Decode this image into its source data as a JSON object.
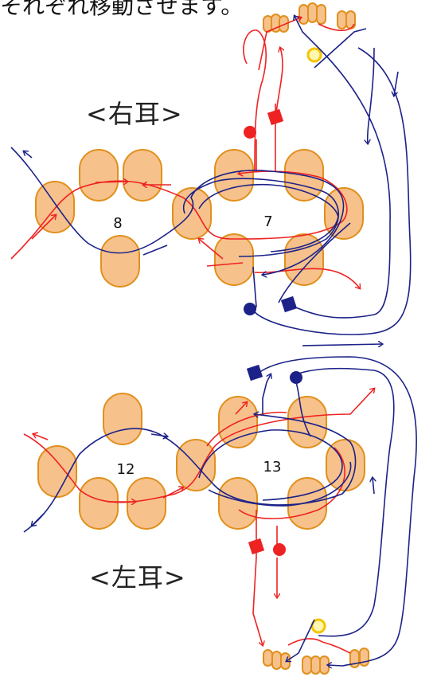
{
  "caption": "それぞれ移動させます。",
  "titles": {
    "right_ear": "<右耳>",
    "left_ear": "<左耳>"
  },
  "labels": {
    "n8": "8",
    "n7": "7",
    "n12": "12",
    "n13": "13"
  },
  "colors": {
    "bead_fill": "#f7c18c",
    "bead_stroke": "#e0901c",
    "red_thread": "#ee2222",
    "navy_thread": "#1c2288",
    "yellow_ring": "#f5c400"
  }
}
